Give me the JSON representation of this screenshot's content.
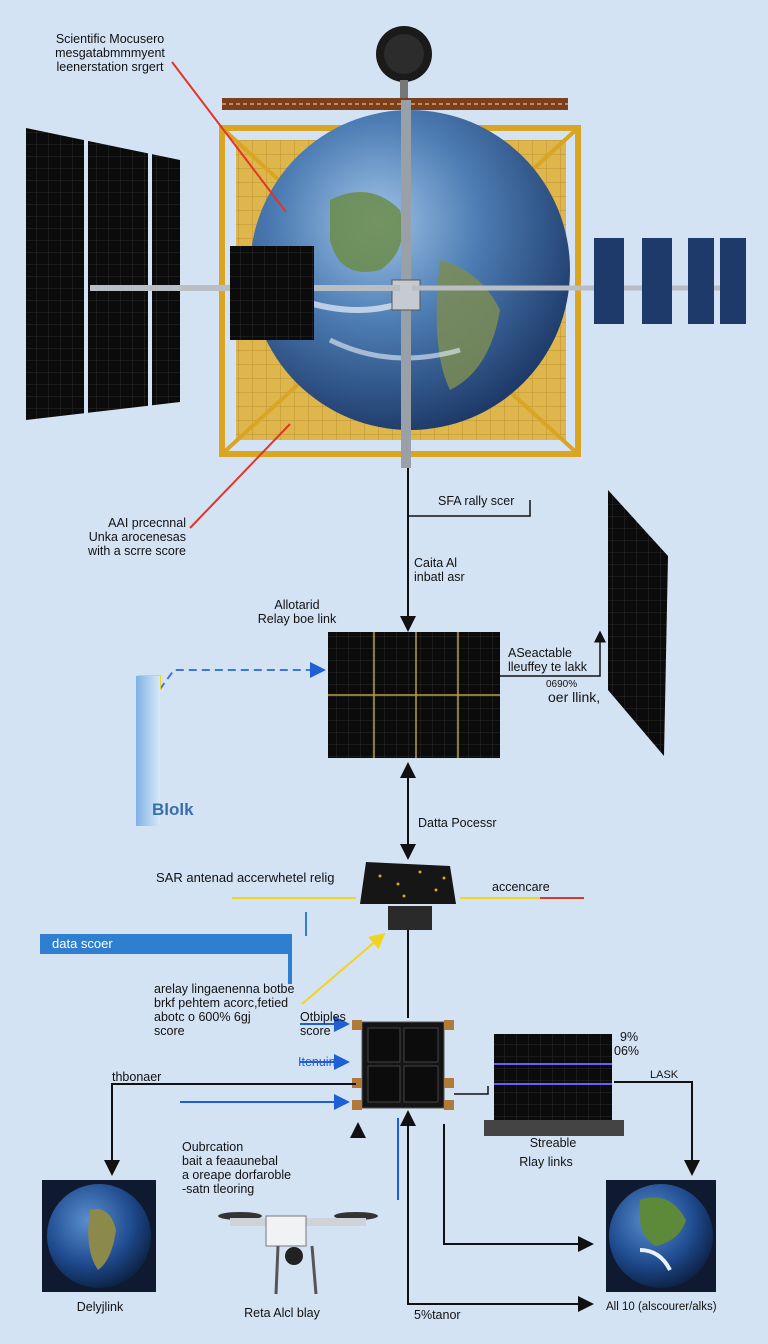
{
  "labels": {
    "scientific": "Scientific Mocusero\nmesgatabmmmyent\nleenerstation srgert",
    "ai_processing": "AAI prcecnnal\nUnka arocenesas\nwith a scrre score",
    "sfa": "SFA rally scer",
    "caita": "Caita Al\ninbatl asr",
    "allotarid": "Allotarid\nRelay boe link",
    "asectable": "ASeactable\nlleuffey te lakk",
    "pct_link": "0690%",
    "oer_link": "oer llink,",
    "blolk": "Blolk",
    "data_processor": "Datta Pocessr",
    "sar": "SAR antenad accerwhetel relig",
    "accencare": "accencare",
    "data_scoer": "data scoer",
    "arelay": "arelay lingaenenna botbe\nbrkf pehtem acorc,fetied\nabotc o 600% 6gj\nscore",
    "otbiples": "Otbiples\nscore",
    "itenuina": "Itenuina",
    "pct_9": "9%",
    "pct_06": "06%",
    "thbonaer": "thbonaer",
    "lask": "LASK",
    "streable": "Streable",
    "rlay_links": "Rlay links",
    "oubrcation": "Oubrcation\nbait a feaaunebal\na oreape dorfaroble\n-satn tleoring",
    "delyjlink": "Delyjlink",
    "reta": "Reta Alcl blay",
    "pct_tanor": "5%tanor",
    "all10": "All 10 (alscourer/alks)"
  },
  "colors": {
    "background": "#d4e3f4",
    "gold": "#d9a522",
    "panel_dark": "#0b0b0b",
    "panel_blue": "#1d3a6b",
    "arrow_red": "#e0352b",
    "arrow_blue": "#1f5fd6",
    "arrow_yellow": "#f2d41f",
    "banner_blue": "#2f7fd1"
  },
  "icons": [
    "satellite-dish-icon",
    "earth-globe-icon",
    "solar-panel-icon",
    "processor-chip-icon",
    "drone-icon",
    "server-rack-icon"
  ]
}
